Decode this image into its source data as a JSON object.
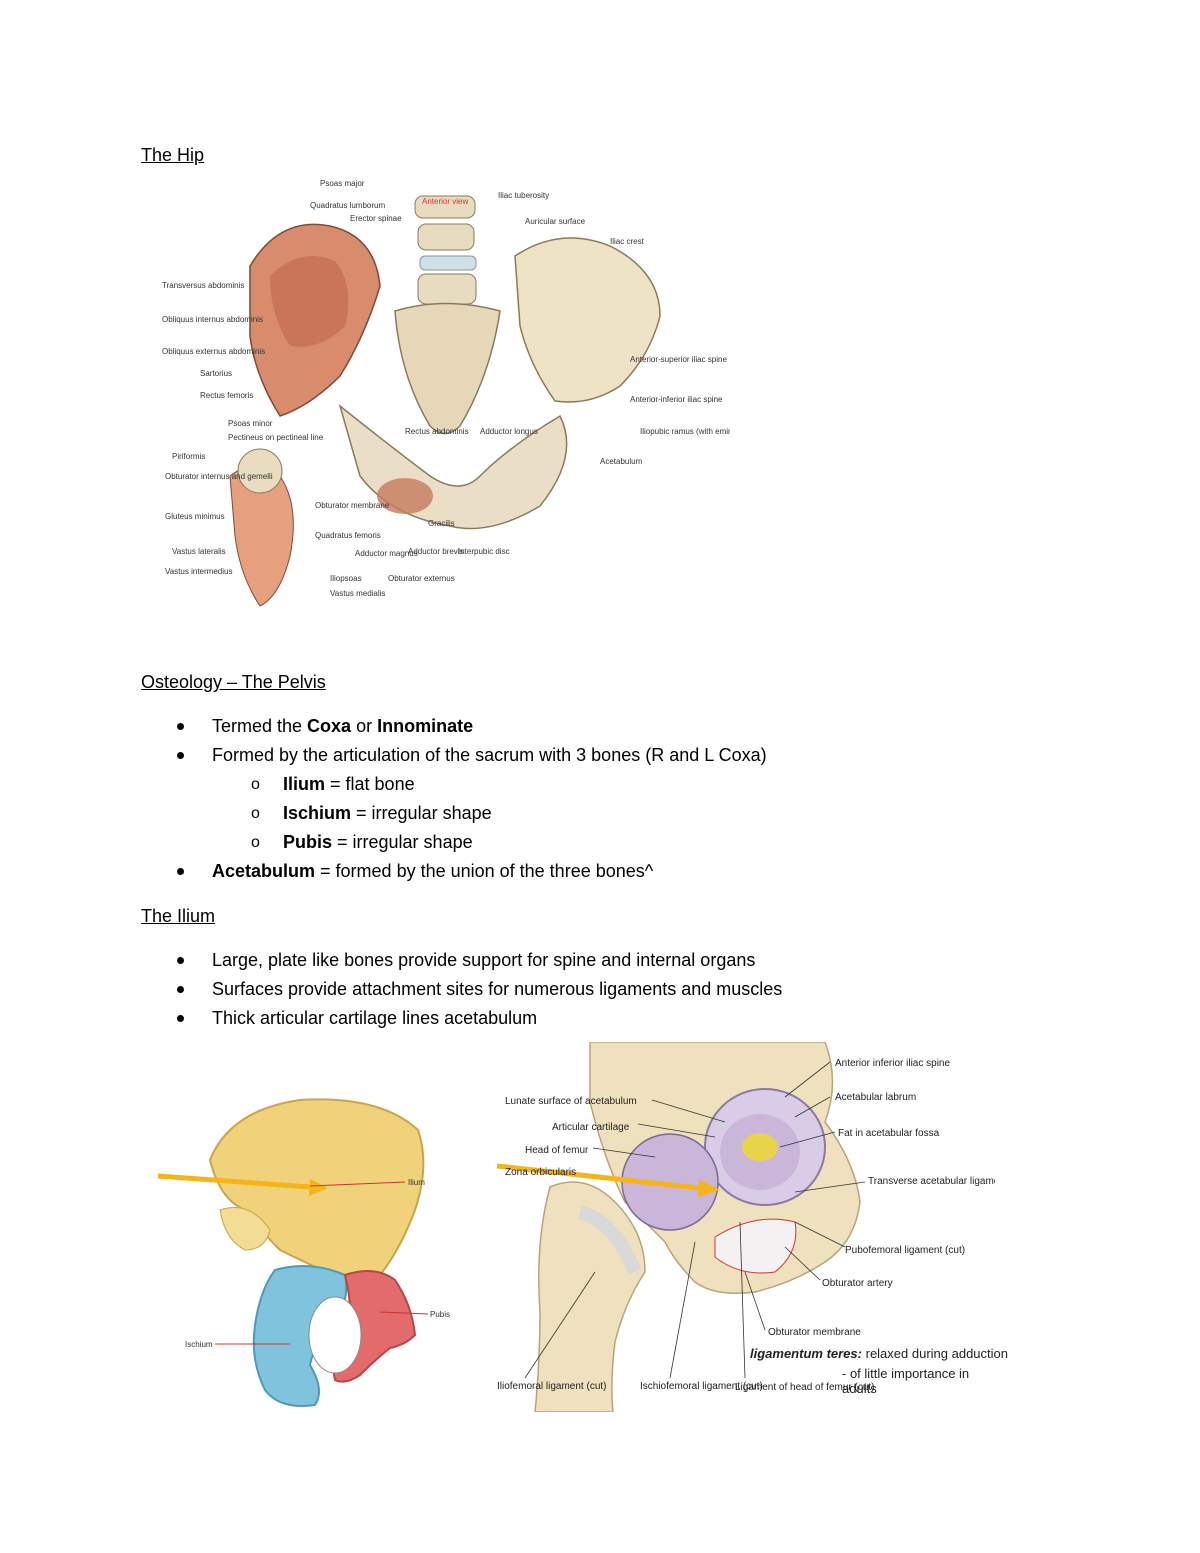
{
  "section_hip": {
    "title": "The Hip"
  },
  "figure1": {
    "view_label": "Anterior view",
    "left_labels": [
      "Transversus abdominis",
      "Obliquus internus abdominis",
      "Obliquus externus abdominis",
      "Sartorius",
      "Rectus femoris",
      "Psoas minor",
      "Pectineus on pectineal line",
      "Piriformis",
      "Obturator internus and gemelli",
      "Gluteus minimus",
      "Vastus lateralis",
      "Vastus intermedius"
    ],
    "top_labels": [
      "Psoas major",
      "Quadratus lumborum",
      "Erector spinae",
      "Iliac tuberosity",
      "Auricular surface",
      "Iliac crest"
    ],
    "right_labels": [
      "Anterior-superior iliac spine",
      "Anterior-inferior iliac spine",
      "Iliopubic ramus (with eminence)",
      "Acetabulum"
    ],
    "bottom_labels": [
      "Rectus abdominis",
      "Adductor longus",
      "Obturator membrane",
      "Quadratus femoris",
      "Adductor magnus",
      "Gracilis",
      "Adductor brevis",
      "Interpubic disc",
      "Iliopsoas",
      "Obturator externus",
      "Vastus medialis"
    ]
  },
  "section_pelvis": {
    "title": "Osteology – The Pelvis",
    "bullets": [
      {
        "pre": "Termed the ",
        "bold1": "Coxa",
        "mid": " or ",
        "bold2": "Innominate"
      },
      {
        "text": "Formed by the articulation of the sacrum with 3 bones (R and L Coxa)"
      }
    ],
    "sub_marker": "o",
    "subs": [
      {
        "bold": "Ilium",
        "rest": " = flat bone"
      },
      {
        "bold": "Ischium",
        "rest": " = irregular shape"
      },
      {
        "bold": "Pubis",
        "rest": " = irregular shape"
      }
    ],
    "last_bullet": {
      "bold": "Acetabulum",
      "rest": " = formed by the union of the three bones^"
    }
  },
  "section_ilium": {
    "title": "The Ilium",
    "bullets": [
      "Large, plate like bones provide support for spine and internal organs",
      "Surfaces provide attachment sites for numerous ligaments and muscles",
      "Thick articular cartilage lines acetabulum"
    ]
  },
  "figure2": {
    "labels": [
      "Ilium",
      "Pubis",
      "Ischium"
    ]
  },
  "figure3": {
    "labels_left": [
      "Lunate surface of acetabulum",
      "Articular cartilage",
      "Head of femur",
      "Zona orbicularis"
    ],
    "labels_right": [
      "Anterior inferior iliac spine",
      "Acetabular labrum",
      "Fat in acetabular fossa",
      "Transverse acetabular ligament",
      "Pubofemoral ligament (cut)",
      "Obturator artery",
      "Obturator membrane"
    ],
    "labels_bottom": [
      "Iliofemoral ligament (cut)",
      "Ischiofemoral ligament (cut)",
      "Ligament of head of femur (cut)"
    ],
    "note_bold": "ligamentum teres:",
    "note_text": "relaxed during adduction",
    "note_side": "- of little importance in adults"
  },
  "colors": {
    "ilium": "#f0d27a",
    "pubis": "#e36b6b",
    "ischium": "#7fc3dc",
    "arrow": "#f5b418",
    "cartilage": "#c9b6d9"
  }
}
